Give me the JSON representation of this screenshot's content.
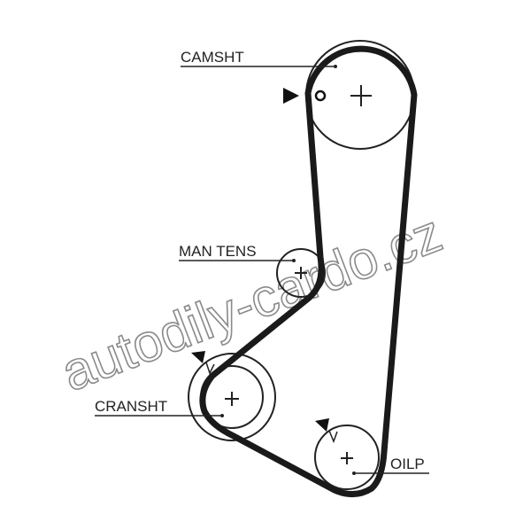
{
  "diagram": {
    "labels": {
      "camshaft": "CAMSHT",
      "tensioner": "MAN TENS",
      "crankshaft": "CRANSHT",
      "oil_pump": "OILP"
    },
    "watermark": "autodily-cardo.cz",
    "colors": {
      "belt": "#1a1a1a",
      "line": "#222222",
      "watermark": "#8a8a8a"
    }
  }
}
